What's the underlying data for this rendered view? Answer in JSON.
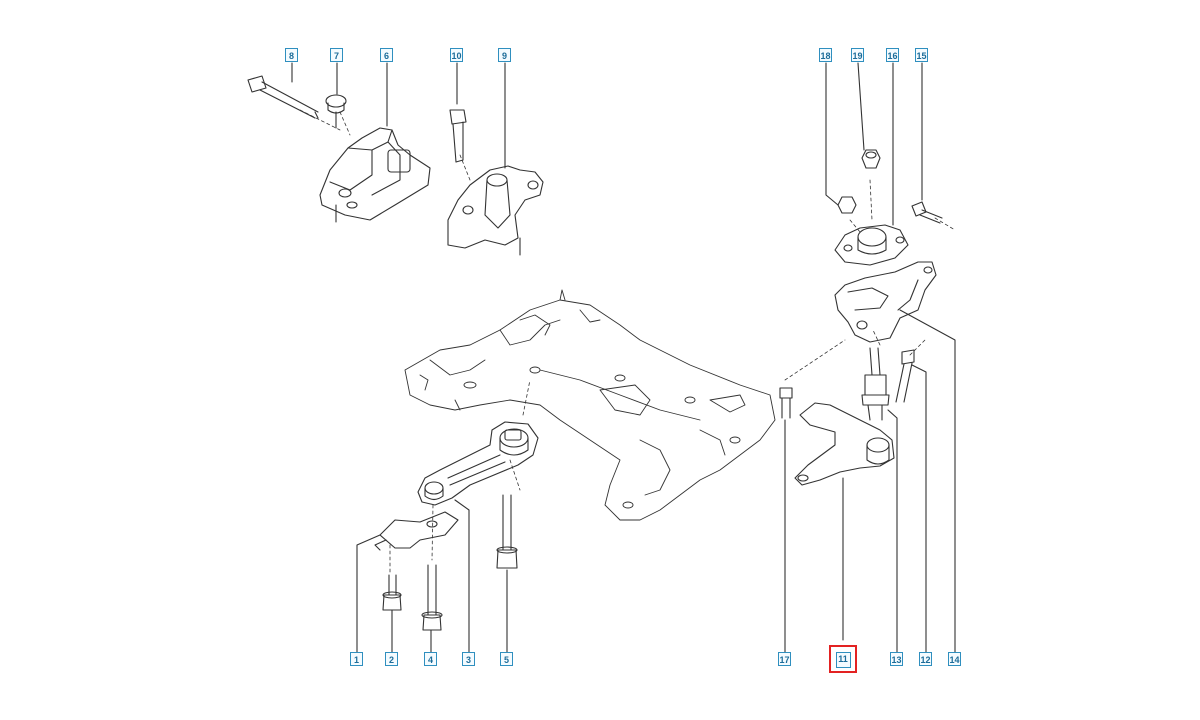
{
  "diagram": {
    "callouts": [
      {
        "id": "c8",
        "label": "8"
      },
      {
        "id": "c7",
        "label": "7"
      },
      {
        "id": "c6",
        "label": "6"
      },
      {
        "id": "c10",
        "label": "10"
      },
      {
        "id": "c9",
        "label": "9"
      },
      {
        "id": "c18",
        "label": "18"
      },
      {
        "id": "c19",
        "label": "19"
      },
      {
        "id": "c16",
        "label": "16"
      },
      {
        "id": "c15",
        "label": "15"
      },
      {
        "id": "c1",
        "label": "1"
      },
      {
        "id": "c2",
        "label": "2"
      },
      {
        "id": "c4",
        "label": "4"
      },
      {
        "id": "c3",
        "label": "3"
      },
      {
        "id": "c5",
        "label": "5"
      },
      {
        "id": "c17",
        "label": "17"
      },
      {
        "id": "c11",
        "label": "11"
      },
      {
        "id": "c13",
        "label": "13"
      },
      {
        "id": "c12",
        "label": "12"
      },
      {
        "id": "c14",
        "label": "14"
      }
    ],
    "highlight_color": "#e32222",
    "callout_color": "#2f8fbf",
    "line_color": "#333333"
  }
}
